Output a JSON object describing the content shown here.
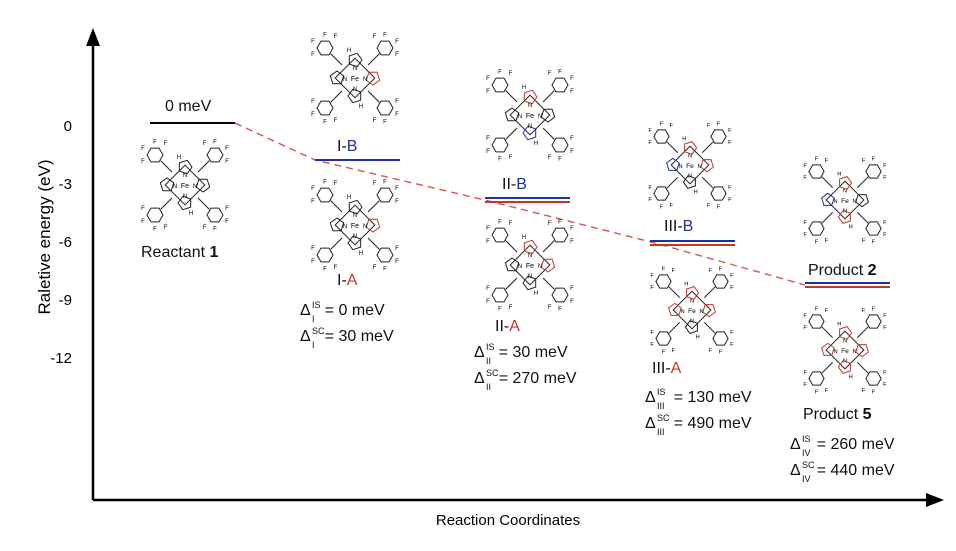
{
  "axes": {
    "ylabel": "Raletive energy (eV)",
    "xlabel": "Reaction Coordinates",
    "yticks": [
      "0",
      "-3",
      "-6",
      "-9",
      "-12"
    ]
  },
  "states": {
    "reactant": {
      "energy_label": "0 meV",
      "name": "Reactant",
      "number": "1"
    },
    "I": {
      "b_label_roman": "I-",
      "b_label_letter": "B",
      "a_label_roman": "I-",
      "a_label_letter": "A",
      "d1_sub": "I",
      "d1_sup": "IS",
      "d1_val": "= 0 meV",
      "d2_sub": "I",
      "d2_sup": "SC",
      "d2_val": "= 30 meV"
    },
    "II": {
      "b_label_roman": "II-",
      "b_label_letter": "B",
      "a_label_roman": "II-",
      "a_label_letter": "A",
      "d1_sub": "II",
      "d1_sup": "IS",
      "d1_val": "= 30 meV",
      "d2_sub": "II",
      "d2_sup": "SC",
      "d2_val": "= 270 meV"
    },
    "III": {
      "b_label_roman": "III-",
      "b_label_letter": "B",
      "a_label_roman": "III-",
      "a_label_letter": "A",
      "d1_sub": "III",
      "d1_sup": "IS",
      "d1_val": "= 130 meV",
      "d2_sub": "III",
      "d2_sup": "SC",
      "d2_val": "= 490 meV"
    },
    "product": {
      "p2_name": "Product",
      "p2_number": "2",
      "p5_name": "Product",
      "p5_number": "5",
      "d1_sub": "IV",
      "d1_sup": "IS",
      "d1_val": "= 260 meV",
      "d2_sub": "IV",
      "d2_sup": "SC",
      "d2_val": "= 440 meV"
    }
  },
  "colors": {
    "axis": "#000000",
    "blue_level": "#1f2fa8",
    "red_level": "#c0392b",
    "black_level": "#000000",
    "dash": "#d9534f"
  },
  "atom_labels": {
    "iron": "Fe",
    "nitrogen": "N",
    "hydrogen": "H",
    "fluorine": "F"
  }
}
